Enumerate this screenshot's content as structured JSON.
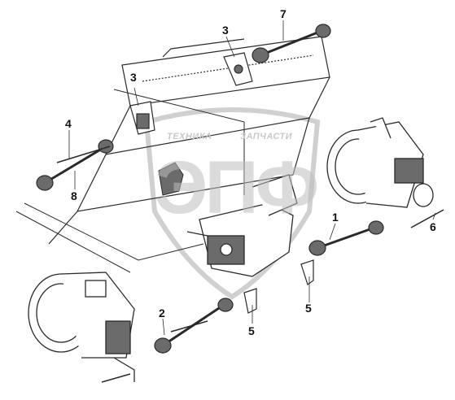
{
  "callouts": {
    "c1": "1",
    "c2": "2",
    "c3a": "3",
    "c3b": "3",
    "c4": "4",
    "c5a": "5",
    "c5b": "5",
    "c6": "6",
    "c7": "7",
    "c8": "8"
  },
  "watermark": {
    "line1": "ТЕХНИКА",
    "line2": "ЗАПЧАСТИ",
    "logo": "ЭПФ"
  },
  "colors": {
    "line": "#2a2a2a",
    "part_fill": "#6b6b6b",
    "watermark": "#c9c9c9"
  }
}
